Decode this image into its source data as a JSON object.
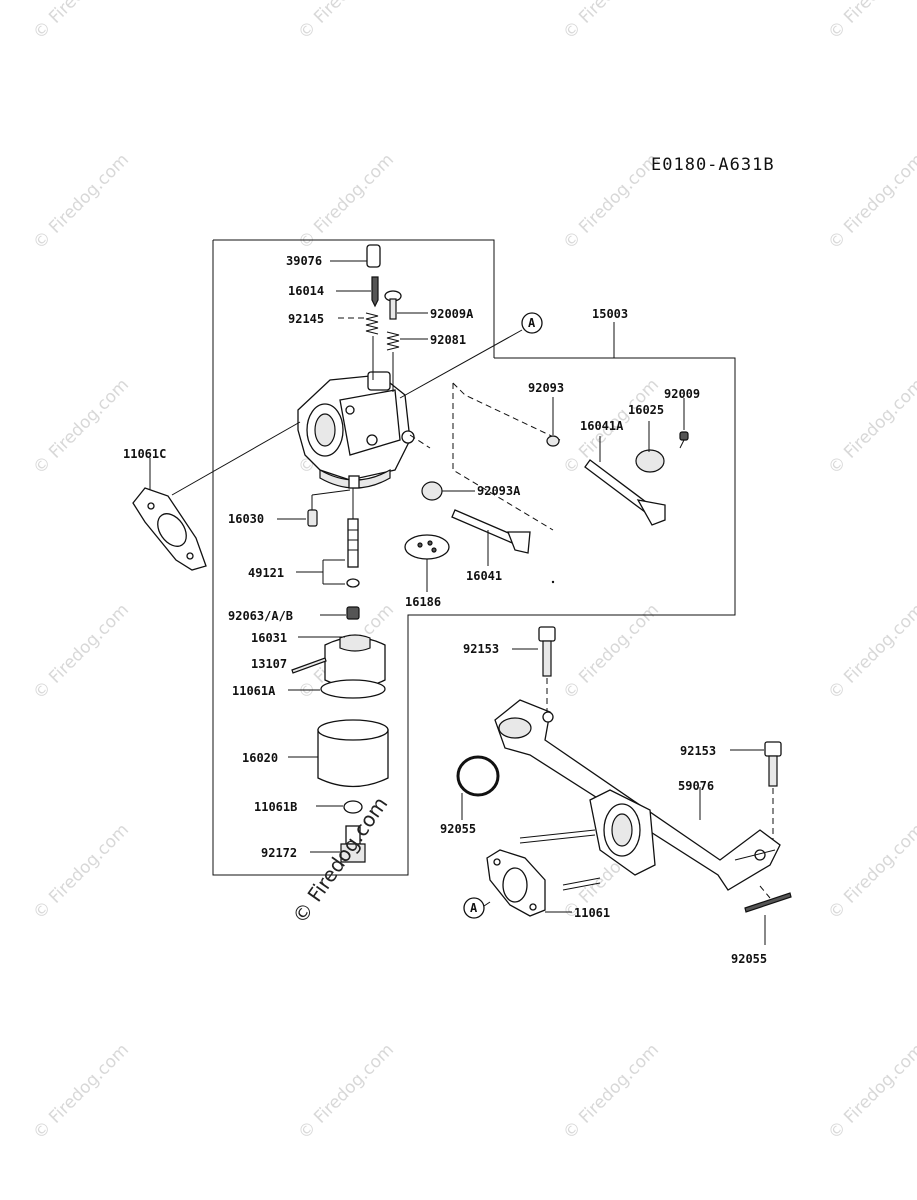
{
  "diagram_code": "E0180-A631B",
  "watermark_text": "© Firedog.com",
  "callout_letter": "A",
  "parts": {
    "p39076": "39076",
    "p16014": "16014",
    "p92009A": "92009A",
    "p92145": "92145",
    "p92081": "92081",
    "p15003": "15003",
    "p92093": "92093",
    "p92009": "92009",
    "p16025": "16025",
    "p16041A": "16041A",
    "p11061C": "11061C",
    "p92093A": "92093A",
    "p16030": "16030",
    "p49121": "49121",
    "p16041": "16041",
    "p16186": "16186",
    "p92063AB": "92063/A/B",
    "p16031": "16031",
    "p13107": "13107",
    "p11061A": "11061A",
    "p16020": "16020",
    "p11061B": "11061B",
    "p92172": "92172",
    "p92153a": "92153",
    "p92153b": "92153",
    "p59076": "59076",
    "p92055a": "92055",
    "p92055b": "92055",
    "p11061": "11061"
  }
}
